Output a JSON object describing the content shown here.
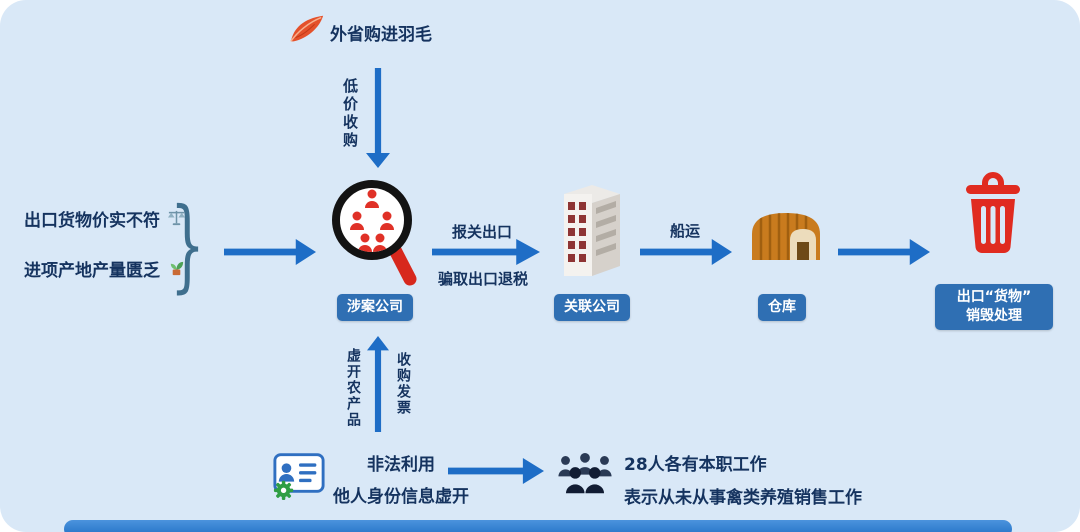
{
  "colors": {
    "background": "#d9e8f7",
    "arrow_blue": "#1e6dc6",
    "badge_blue": "#2f6fb3",
    "text_navy": "#15335f",
    "trash_red": "#e02b20",
    "feather_orange": "#e4512b",
    "warehouse_orange": "#c97b1e"
  },
  "icons": {
    "feather": "feather-icon",
    "magnifier": "magnifier-investigation-icon",
    "building": "affiliated-company-building-icon",
    "warehouse": "warehouse-icon",
    "trash": "trash-bin-icon",
    "idcard": "id-card-icon",
    "people": "people-group-icon",
    "goods": "scale-goods-icon",
    "produce": "plant-produce-icon"
  },
  "top_flow": {
    "feather_label": "外省购进羽毛",
    "down_arrow_label": "低价收购"
  },
  "left_block": {
    "line1": "出口货物价实不符",
    "line2": "进项产地产量匮乏",
    "brace": "}"
  },
  "main_flow": {
    "company_badge": "涉案公司",
    "arrow1_above": "报关出口",
    "arrow1_below": "骗取出口退税",
    "affiliated_badge": "关联公司",
    "arrow2_above": "船运",
    "warehouse_badge": "仓库",
    "disposal_badge_line1": "出口“货物”",
    "disposal_badge_line2": "销毁处理"
  },
  "bottom_flow": {
    "up_arrow_left_label": "虚开农产品",
    "up_arrow_right_label": "收购发票",
    "idcard_line1": "非法利用",
    "idcard_line2": "他人身份信息虚开",
    "workers_line1": "28人各有本职工作",
    "workers_line2": "表示从未从事禽类养殖销售工作"
  }
}
